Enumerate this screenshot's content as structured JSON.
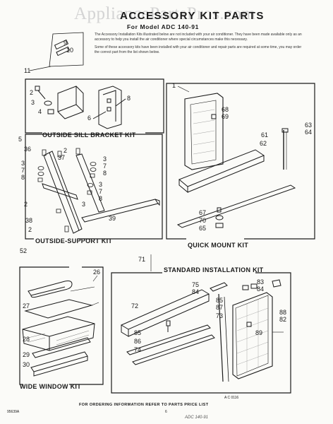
{
  "watermark": "AppliancePartsPros.com",
  "header": {
    "title": "ACCESSORY KIT PARTS",
    "subtitle": "For Model  ADC 140-91"
  },
  "intro": {
    "p1": "The Accessory Installation Kits illustrated below are not included with your air conditioner. They have been made available only as an accessory to help you install the air conditioner where special circumstances make this necessary.",
    "p2": "Some of these accessory kits have been installed with your air conditioner and repair parts are required at some time, you may order the correct part from the list shown below."
  },
  "sections": {
    "outside_sill": "OUTSIDE SILL BRACKET KIT",
    "outside_support": "OUTSIDE-SUPPORT KIT",
    "quick_mount": "QUICK MOUNT KIT",
    "standard_install": "STANDARD INSTALLATION KIT",
    "wide_window": "WIDE WINDOW KIT"
  },
  "callouts": {
    "n9": "9",
    "n10": "10",
    "n11": "11",
    "n2a": "2",
    "n3a": "3",
    "n4": "4",
    "n6": "6",
    "n8a": "8",
    "n5": "5",
    "n36": "36",
    "n2b": "2",
    "n37": "37",
    "n3b": "3",
    "n7a": "7",
    "n8b": "8",
    "n3c": "3",
    "n7b": "7",
    "n8c": "8",
    "n3d": "3",
    "n7c": "7",
    "n8d": "8",
    "n2c": "2",
    "n3e": "3",
    "n38": "38",
    "n39": "39",
    "n2d": "2",
    "n52": "52",
    "n1": "1",
    "n68": "68",
    "n69": "69",
    "n61": "61",
    "n62": "62",
    "n63": "63",
    "n64": "64",
    "n67": "67",
    "n70": "70",
    "n65": "65",
    "n71": "71",
    "n26": "26",
    "n27": "27",
    "n28": "28",
    "n29": "29",
    "n30": "30",
    "n75": "75",
    "n84a": "84",
    "n83": "83",
    "n84b": "84",
    "n72": "72",
    "n85a": "85",
    "n87": "87",
    "n73": "73",
    "n85b": "85",
    "n86": "86",
    "n74": "74",
    "n88": "88",
    "n82": "82",
    "n89": "89"
  },
  "footer": {
    "code": "A C  0116",
    "note": "FOR ORDERING INFORMATION REFER TO PARTS PRICE LIST",
    "page_num": "6",
    "form_num": "95639A",
    "handwriting": "ADC 140-91"
  },
  "colors": {
    "ink": "#1a1a1a",
    "paper": "#fbfbf8",
    "watermark": "#d4d4d4"
  }
}
